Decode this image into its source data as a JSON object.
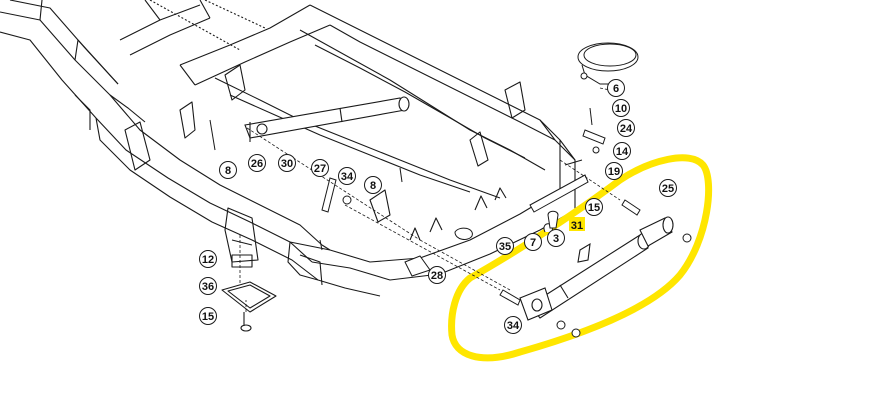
{
  "diagram": {
    "highlight_color": "#ffe600",
    "line_color": "#1a1a1a",
    "callouts": [
      {
        "id": "c6",
        "label": "6"
      },
      {
        "id": "c10",
        "label": "10"
      },
      {
        "id": "c24",
        "label": "24"
      },
      {
        "id": "c14",
        "label": "14"
      },
      {
        "id": "c19",
        "label": "19"
      },
      {
        "id": "c25",
        "label": "25"
      },
      {
        "id": "c15a",
        "label": "15"
      },
      {
        "id": "c31",
        "label": "31"
      },
      {
        "id": "c3",
        "label": "3"
      },
      {
        "id": "c7",
        "label": "7"
      },
      {
        "id": "c35",
        "label": "35"
      },
      {
        "id": "c28",
        "label": "28"
      },
      {
        "id": "c34a",
        "label": "34"
      },
      {
        "id": "c27",
        "label": "27"
      },
      {
        "id": "c34b",
        "label": "34"
      },
      {
        "id": "c8a",
        "label": "8"
      },
      {
        "id": "c8b",
        "label": "8"
      },
      {
        "id": "c26",
        "label": "26"
      },
      {
        "id": "c30",
        "label": "30"
      },
      {
        "id": "c12",
        "label": "12"
      },
      {
        "id": "c36",
        "label": "36"
      },
      {
        "id": "c15b",
        "label": "15"
      }
    ]
  }
}
